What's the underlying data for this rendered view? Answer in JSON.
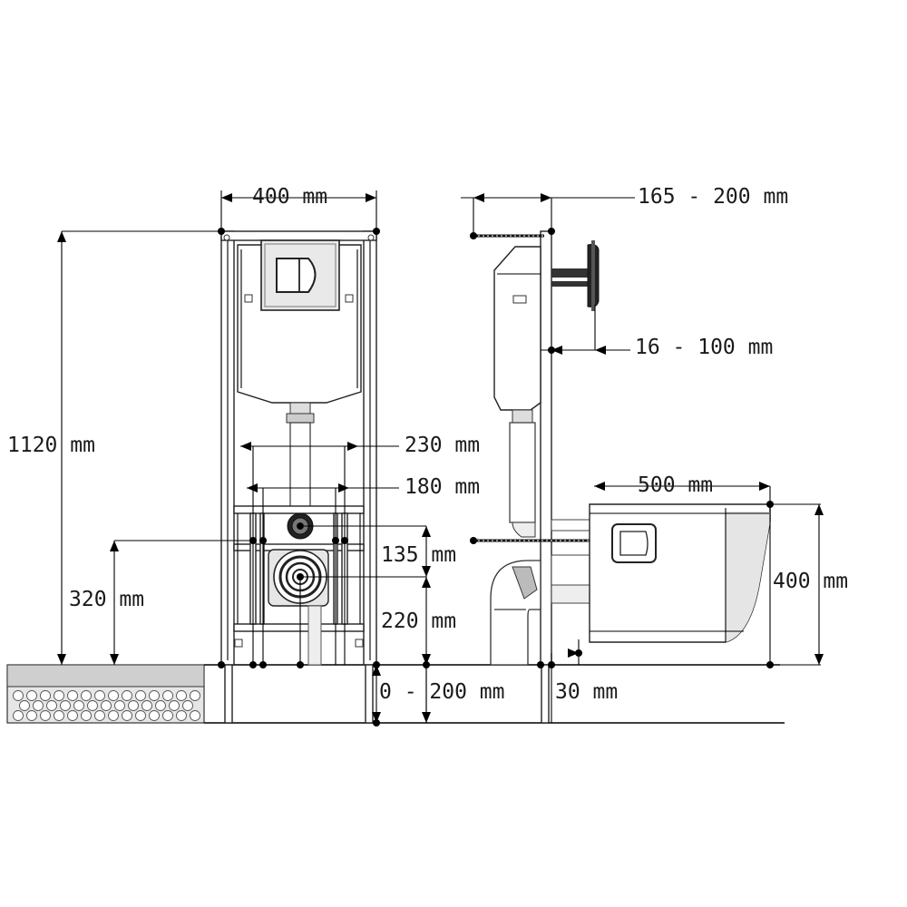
{
  "dimensions": {
    "frame_width": "400 mm",
    "frame_height": "1120 mm",
    "flush_pipe_spacing": "230 mm",
    "inner_spacing": "180 mm",
    "pipe_height_135": "135 mm",
    "drain_height_220": "220 mm",
    "bolt_height": "320 mm",
    "floor_adjust": "0 - 200 mm",
    "wall_depth": "165 - 200 mm",
    "plate_adjust": "16 - 100 mm",
    "bowl_length": "500 mm",
    "bowl_height": "400 mm",
    "offset_30": "30 mm"
  }
}
